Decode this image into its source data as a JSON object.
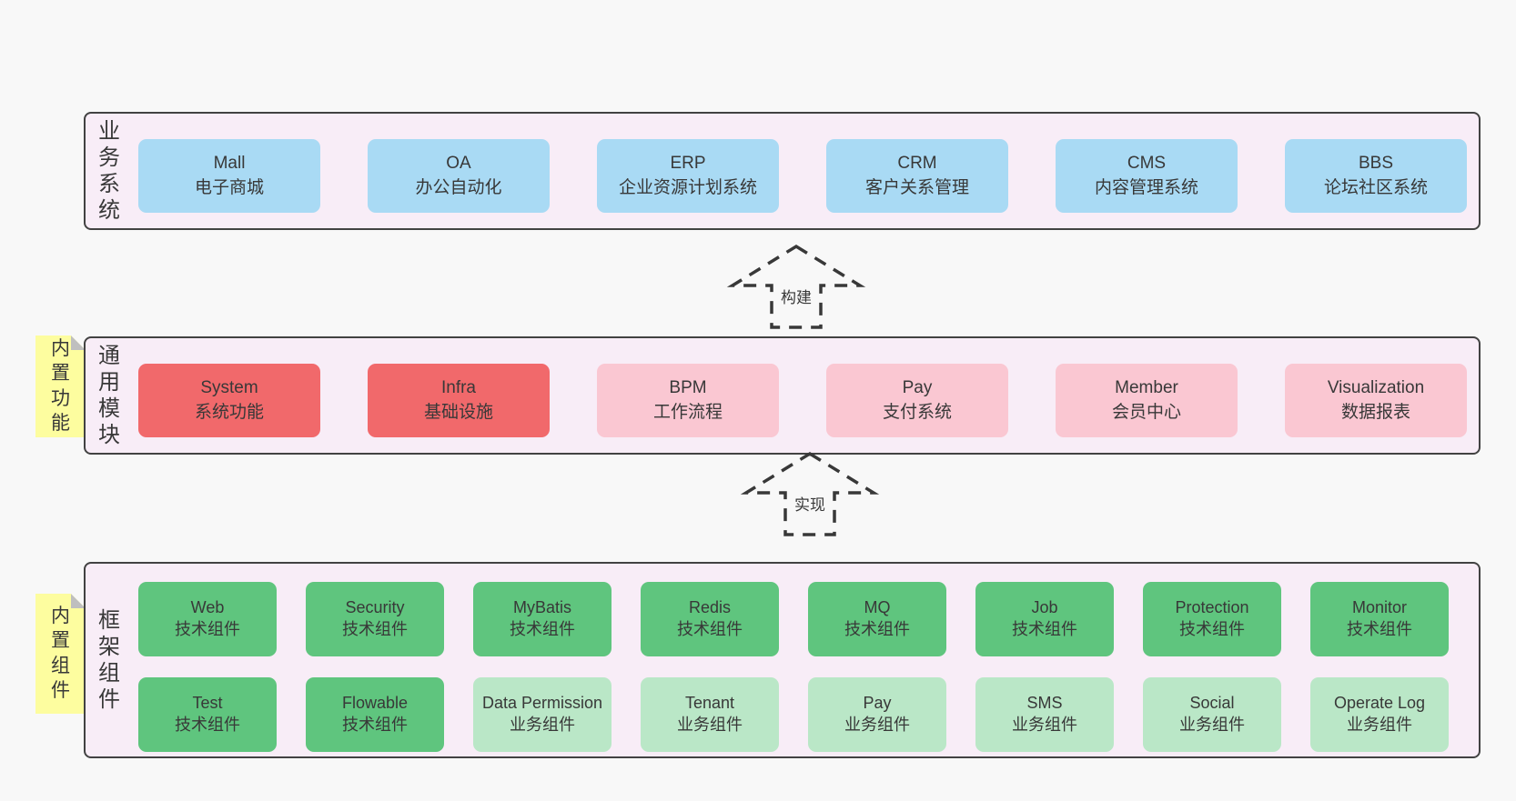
{
  "colors": {
    "page-bg": "#f8f8f8",
    "band-bg": "#f8edf7",
    "border": "#424242",
    "text": "#383838",
    "blue": "#a9daf4",
    "red": "#f1696b",
    "pink": "#fac7d2",
    "green-dark": "#5fc57e",
    "green-light": "#bae7c7",
    "sticky": "#fdfd9f",
    "fold": "#bfbfbf"
  },
  "bands": {
    "business": {
      "label": "业务系统",
      "boxes": [
        {
          "name": "Mall",
          "desc": "电子商城"
        },
        {
          "name": "OA",
          "desc": "办公自动化"
        },
        {
          "name": "ERP",
          "desc": "企业资源计划系统"
        },
        {
          "name": "CRM",
          "desc": "客户关系管理"
        },
        {
          "name": "CMS",
          "desc": "内容管理系统"
        },
        {
          "name": "BBS",
          "desc": "论坛社区系统"
        }
      ]
    },
    "modules": {
      "label": "通用模块",
      "note": "内置功能",
      "boxes": [
        {
          "name": "System",
          "desc": "系统功能"
        },
        {
          "name": "Infra",
          "desc": "基础设施"
        },
        {
          "name": "BPM",
          "desc": "工作流程"
        },
        {
          "name": "Pay",
          "desc": "支付系统"
        },
        {
          "name": "Member",
          "desc": "会员中心"
        },
        {
          "name": "Visualization",
          "desc": "数据报表"
        }
      ]
    },
    "components": {
      "label": "框架组件",
      "note": "内置组件",
      "row1": [
        {
          "name": "Web",
          "desc": "技术组件"
        },
        {
          "name": "Security",
          "desc": "技术组件"
        },
        {
          "name": "MyBatis",
          "desc": "技术组件"
        },
        {
          "name": "Redis",
          "desc": "技术组件"
        },
        {
          "name": "MQ",
          "desc": "技术组件"
        },
        {
          "name": "Job",
          "desc": "技术组件"
        },
        {
          "name": "Protection",
          "desc": "技术组件"
        },
        {
          "name": "Monitor",
          "desc": "技术组件"
        }
      ],
      "row2": [
        {
          "name": "Test",
          "desc": "技术组件"
        },
        {
          "name": "Flowable",
          "desc": "技术组件"
        },
        {
          "name": "Data Permission",
          "desc": "业务组件"
        },
        {
          "name": "Tenant",
          "desc": "业务组件"
        },
        {
          "name": "Pay",
          "desc": "业务组件"
        },
        {
          "name": "SMS",
          "desc": "业务组件"
        },
        {
          "name": "Social",
          "desc": "业务组件"
        },
        {
          "name": "Operate Log",
          "desc": "业务组件"
        }
      ]
    }
  },
  "arrows": {
    "build": {
      "label": "构建"
    },
    "implement": {
      "label": "实现"
    }
  }
}
